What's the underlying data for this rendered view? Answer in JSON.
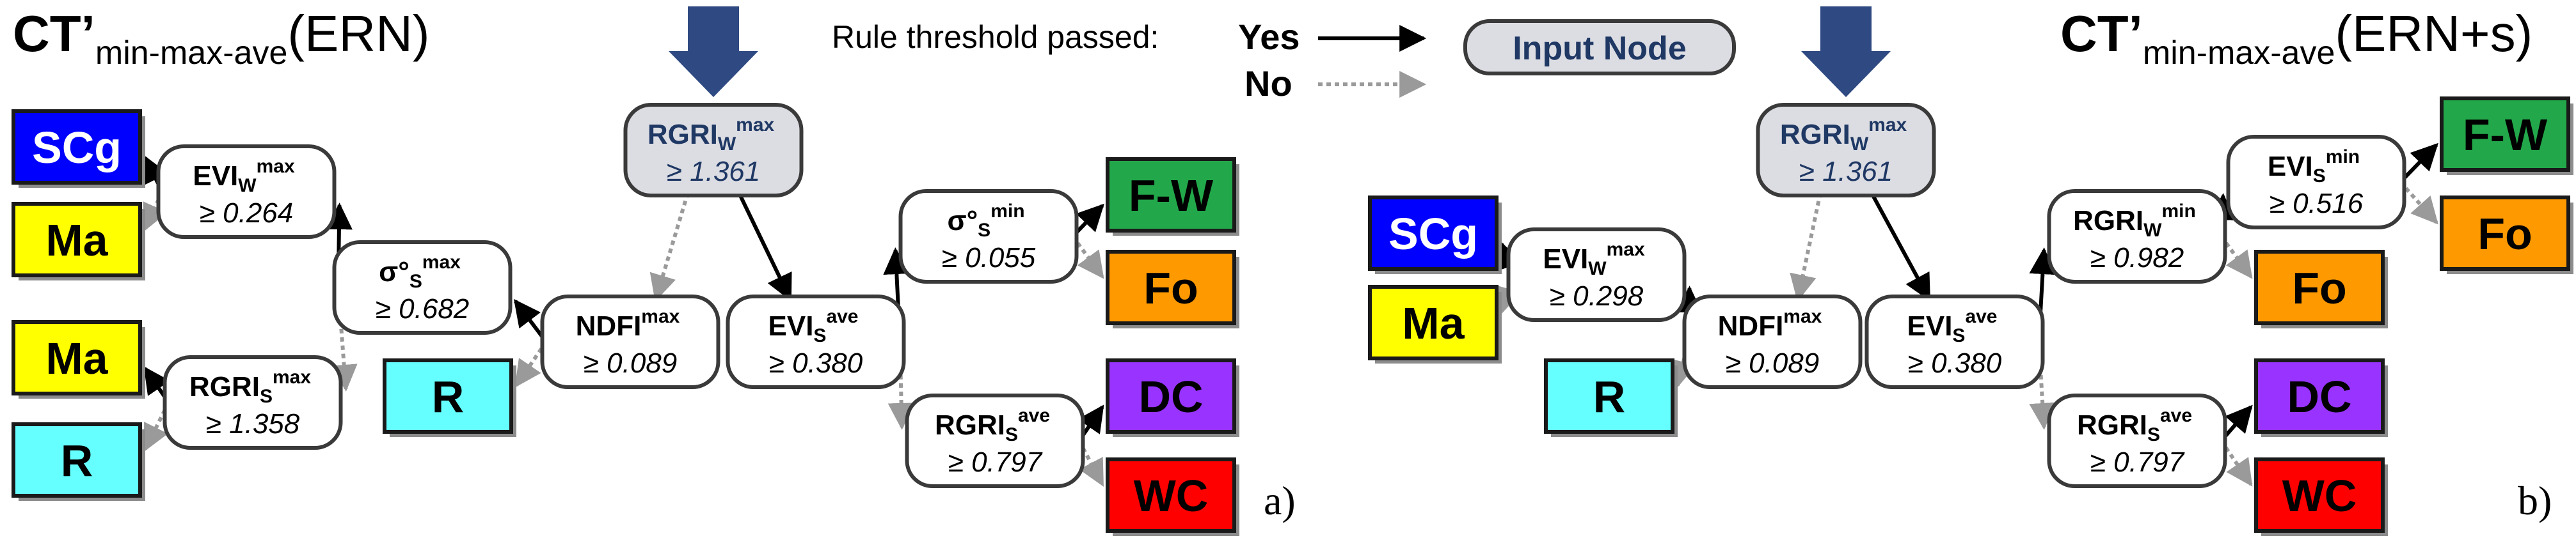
{
  "colors": {
    "yes_edge": "#000000",
    "no_edge": "#9a9a9a",
    "node_stroke": "#3a3a3a",
    "input_fill": "#dcdde3",
    "input_text": "#1f3864",
    "root_arrow": "#2f4a82",
    "SCg": "#0000ff",
    "Ma": "#ffff00",
    "R": "#66ffff",
    "F-W": "#22a84a",
    "Fo": "#ff9900",
    "DC": "#9933ff",
    "WC": "#ff0000"
  },
  "legend": {
    "prefix": "Rule threshold passed:",
    "yes": "Yes",
    "no": "No",
    "input_node": "Input Node"
  },
  "trees": [
    {
      "title_main": "CT’",
      "title_sub": "min-max-ave",
      "title_tail": "(ERN)",
      "panel_label": "a)",
      "nodes": [
        {
          "id": "a_root",
          "base": "RGRI",
          "sub": "W",
          "sup": "max",
          "value": "≥ 1.361",
          "input": true
        },
        {
          "id": "a_ndfi",
          "base": "NDFI",
          "sub": "",
          "sup": "max",
          "value": "≥ 0.089"
        },
        {
          "id": "a_sig",
          "base": "σ°",
          "sub": "S",
          "sup": "max",
          "value": "≥ 0.682"
        },
        {
          "id": "a_eviw",
          "base": "EVI",
          "sub": "W",
          "sup": "max",
          "value": "≥ 0.264"
        },
        {
          "id": "a_rgris",
          "base": "RGRI",
          "sub": "S",
          "sup": "max",
          "value": "≥ 1.358"
        },
        {
          "id": "a_evis",
          "base": "EVI",
          "sub": "S",
          "sup": "ave",
          "value": "≥ 0.380"
        },
        {
          "id": "a_sigmin",
          "base": "σ°",
          "sub": "S",
          "sup": "min",
          "value": "≥ 0.055"
        },
        {
          "id": "a_rgriave",
          "base": "RGRI",
          "sub": "S",
          "sup": "ave",
          "value": "≥ 0.797"
        }
      ],
      "leaves": [
        {
          "id": "a_scg",
          "label": "SCg",
          "cls": "SCg"
        },
        {
          "id": "a_ma1",
          "label": "Ma",
          "cls": "Ma"
        },
        {
          "id": "a_ma2",
          "label": "Ma",
          "cls": "Ma"
        },
        {
          "id": "a_r1",
          "label": "R",
          "cls": "R"
        },
        {
          "id": "a_r2",
          "label": "R",
          "cls": "R"
        },
        {
          "id": "a_fw",
          "label": "F-W",
          "cls": "F-W"
        },
        {
          "id": "a_fo",
          "label": "Fo",
          "cls": "Fo"
        },
        {
          "id": "a_dc",
          "label": "DC",
          "cls": "DC"
        },
        {
          "id": "a_wc",
          "label": "WC",
          "cls": "WC"
        }
      ],
      "edges": [
        {
          "from": "a_root",
          "to": "a_evis",
          "type": "yes"
        },
        {
          "from": "a_root",
          "to": "a_ndfi",
          "type": "no"
        },
        {
          "from": "a_ndfi",
          "to": "a_sig",
          "type": "yes"
        },
        {
          "from": "a_ndfi",
          "to": "a_r2",
          "type": "no"
        },
        {
          "from": "a_sig",
          "to": "a_eviw",
          "type": "yes"
        },
        {
          "from": "a_sig",
          "to": "a_rgris",
          "type": "no"
        },
        {
          "from": "a_eviw",
          "to": "a_scg",
          "type": "yes"
        },
        {
          "from": "a_eviw",
          "to": "a_ma1",
          "type": "no"
        },
        {
          "from": "a_rgris",
          "to": "a_ma2",
          "type": "yes"
        },
        {
          "from": "a_rgris",
          "to": "a_r1",
          "type": "no"
        },
        {
          "from": "a_evis",
          "to": "a_sigmin",
          "type": "yes"
        },
        {
          "from": "a_evis",
          "to": "a_rgriave",
          "type": "no"
        },
        {
          "from": "a_sigmin",
          "to": "a_fw",
          "type": "yes"
        },
        {
          "from": "a_sigmin",
          "to": "a_fo",
          "type": "no"
        },
        {
          "from": "a_rgriave",
          "to": "a_dc",
          "type": "yes"
        },
        {
          "from": "a_rgriave",
          "to": "a_wc",
          "type": "no"
        }
      ]
    },
    {
      "title_main": "CT’",
      "title_sub": "min-max-ave",
      "title_tail": "(ERN+s)",
      "panel_label": "b)",
      "nodes": [
        {
          "id": "b_root",
          "base": "RGRI",
          "sub": "W",
          "sup": "max",
          "value": "≥ 1.361",
          "input": true
        },
        {
          "id": "b_ndfi",
          "base": "NDFI",
          "sub": "",
          "sup": "max",
          "value": "≥ 0.089"
        },
        {
          "id": "b_eviw",
          "base": "EVI",
          "sub": "W",
          "sup": "max",
          "value": "≥ 0.298"
        },
        {
          "id": "b_evis",
          "base": "EVI",
          "sub": "S",
          "sup": "ave",
          "value": "≥ 0.380"
        },
        {
          "id": "b_rgriw",
          "base": "RGRI",
          "sub": "W",
          "sup": "min",
          "value": "≥ 0.982"
        },
        {
          "id": "b_evismin",
          "base": "EVI",
          "sub": "S",
          "sup": "min",
          "value": "≥ 0.516"
        },
        {
          "id": "b_rgriave",
          "base": "RGRI",
          "sub": "S",
          "sup": "ave",
          "value": "≥ 0.797"
        }
      ],
      "leaves": [
        {
          "id": "b_scg",
          "label": "SCg",
          "cls": "SCg"
        },
        {
          "id": "b_ma",
          "label": "Ma",
          "cls": "Ma"
        },
        {
          "id": "b_r",
          "label": "R",
          "cls": "R"
        },
        {
          "id": "b_fw",
          "label": "F-W",
          "cls": "F-W"
        },
        {
          "id": "b_fo1",
          "label": "Fo",
          "cls": "Fo"
        },
        {
          "id": "b_fo2",
          "label": "Fo",
          "cls": "Fo"
        },
        {
          "id": "b_dc",
          "label": "DC",
          "cls": "DC"
        },
        {
          "id": "b_wc",
          "label": "WC",
          "cls": "WC"
        }
      ],
      "edges": [
        {
          "from": "b_root",
          "to": "b_evis",
          "type": "yes"
        },
        {
          "from": "b_root",
          "to": "b_ndfi",
          "type": "no"
        },
        {
          "from": "b_ndfi",
          "to": "b_eviw",
          "type": "yes"
        },
        {
          "from": "b_ndfi",
          "to": "b_r",
          "type": "no"
        },
        {
          "from": "b_eviw",
          "to": "b_scg",
          "type": "yes"
        },
        {
          "from": "b_eviw",
          "to": "b_ma",
          "type": "no"
        },
        {
          "from": "b_evis",
          "to": "b_rgriw",
          "type": "yes"
        },
        {
          "from": "b_evis",
          "to": "b_rgriave",
          "type": "no"
        },
        {
          "from": "b_rgriw",
          "to": "b_evismin",
          "type": "yes"
        },
        {
          "from": "b_rgriw",
          "to": "b_fo2",
          "type": "no"
        },
        {
          "from": "b_evismin",
          "to": "b_fw",
          "type": "yes"
        },
        {
          "from": "b_evismin",
          "to": "b_fo1",
          "type": "no"
        },
        {
          "from": "b_rgriave",
          "to": "b_dc",
          "type": "yes"
        },
        {
          "from": "b_rgriave",
          "to": "b_wc",
          "type": "no"
        }
      ]
    }
  ]
}
